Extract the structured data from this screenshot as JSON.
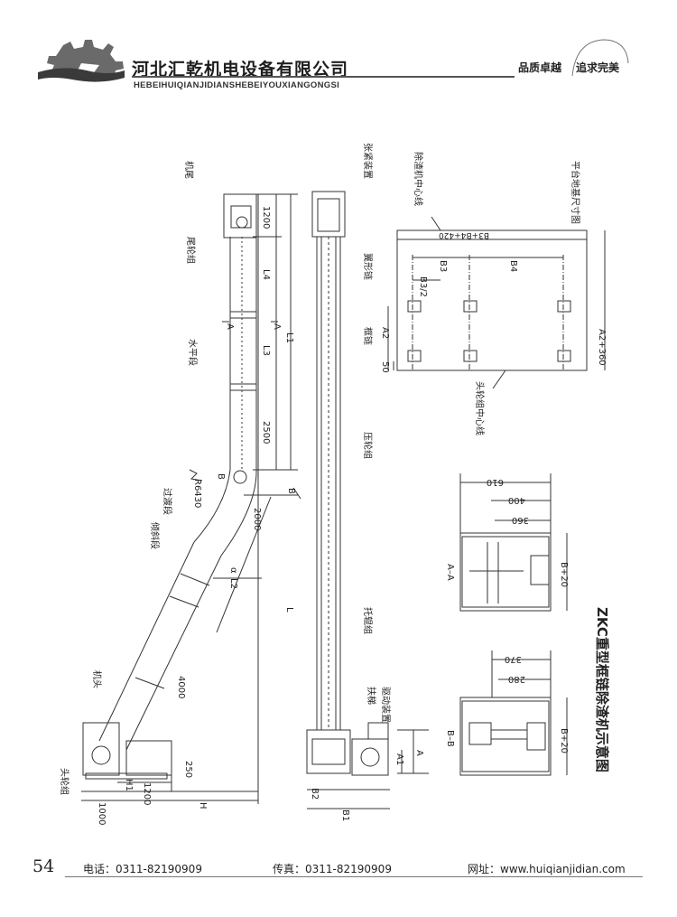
{
  "header": {
    "company_cn": "河北汇乾机电设备有限公司",
    "company_en": "HEBEIHUIQIANJIDIANSHEBEIYOUXIANGONGSI",
    "slogan_1": "品质卓越",
    "slogan_2": "追求完美"
  },
  "drawing": {
    "title": "ZKC重型框链除渣机示意图",
    "side_view_labels": {
      "tail_machine": "机尾",
      "tail_wheel_group": "尾轮组",
      "horizontal_section": "水平段",
      "transition_section": "过渡段",
      "incline_section": "倾斜段",
      "machine_head": "机头",
      "head_wheel_group": "头轮组",
      "radius": "R6430",
      "alpha": "α"
    },
    "side_view_dims": {
      "d1200_top": "1200",
      "L4": "L4",
      "L3": "L3",
      "L1": "L1",
      "d2500": "2500",
      "d2000": "2000",
      "L2": "L2",
      "L": "L",
      "d4000": "4000",
      "d250": "250",
      "H1": "H1",
      "d1200_bottom": "1200",
      "d1000": "1000",
      "H": "H",
      "section_A": "A",
      "section_B": "B"
    },
    "front_view_labels": {
      "tension_device": "张紧装置",
      "wing_chain": "翼形链",
      "frame_chain": "框链",
      "press_wheel_group": "压轮组",
      "idler_group": "托辊组",
      "ladder": "扶梯",
      "drive_device": "驱动装置"
    },
    "front_view_dims": {
      "A1": "A1",
      "A": "A",
      "B2": "B2",
      "B1": "B1"
    },
    "foundation_plan": {
      "caption": "平台地基尺寸图",
      "slag_center_line": "除渣机中心线",
      "head_wheel_center_line": "头轮组中心线",
      "dim_total": "B3+B4+420",
      "dim_B3": "B3",
      "dim_B3_half": "B3/2",
      "dim_B4": "B4",
      "dim_A2": "A2",
      "dim_A2_360": "A2+360",
      "dim_50": "50"
    },
    "section_AA": {
      "label": "A–A",
      "d610": "610",
      "d400": "400",
      "d360": "360",
      "B20": "B+20"
    },
    "section_BB": {
      "label": "B–B",
      "d370": "370",
      "d280": "280",
      "B20": "B+20"
    }
  },
  "footer": {
    "page_number": "54",
    "phone": "电话：0311-82190909",
    "fax": "传真：0311-82190909",
    "website": "网址：www.huiqianjidian.com"
  }
}
